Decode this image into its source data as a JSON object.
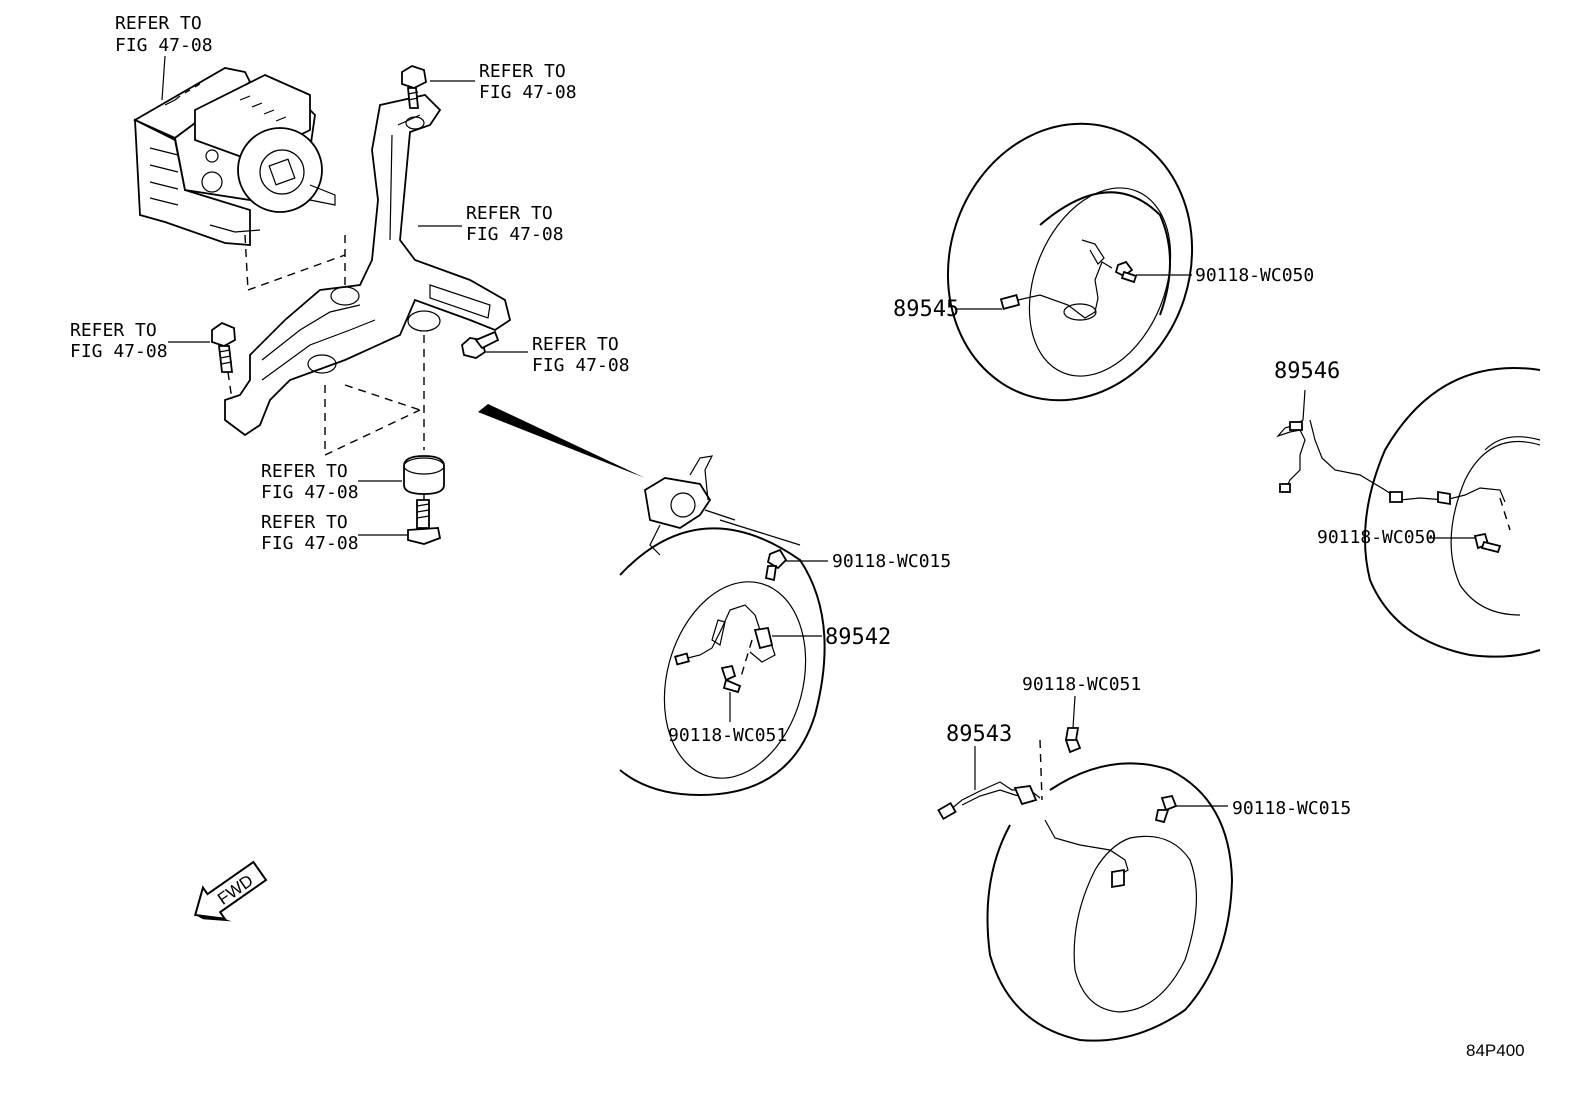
{
  "labels": {
    "refer_abs_1": "REFER TO",
    "refer_abs_2": "FIG 47-08",
    "refer_bolt_top_1": "REFER TO",
    "refer_bolt_top_2": "FIG 47-08",
    "refer_bracket_1": "REFER TO",
    "refer_bracket_2": "FIG 47-08",
    "refer_bolt_left_1": "REFER TO",
    "refer_bolt_left_2": "FIG 47-08",
    "refer_bolt_right_1": "REFER TO",
    "refer_bolt_right_2": "FIG 47-08",
    "refer_cushion_1": "REFER TO",
    "refer_cushion_2": "FIG 47-08",
    "refer_stud_1": "REFER TO",
    "refer_stud_2": "FIG 47-08",
    "p89545": "89545",
    "p90118_wc050_a": "90118-WC050",
    "p89546": "89546",
    "p90118_wc050_b": "90118-WC050",
    "p90118_wc015_a": "90118-WC015",
    "p89542": "89542",
    "p90118_wc051_a": "90118-WC051",
    "p90118_wc051_b": "90118-WC051",
    "p89543": "89543",
    "p90118_wc015_b": "90118-WC015",
    "fwd": "FWD",
    "figure_code": "84P400"
  }
}
